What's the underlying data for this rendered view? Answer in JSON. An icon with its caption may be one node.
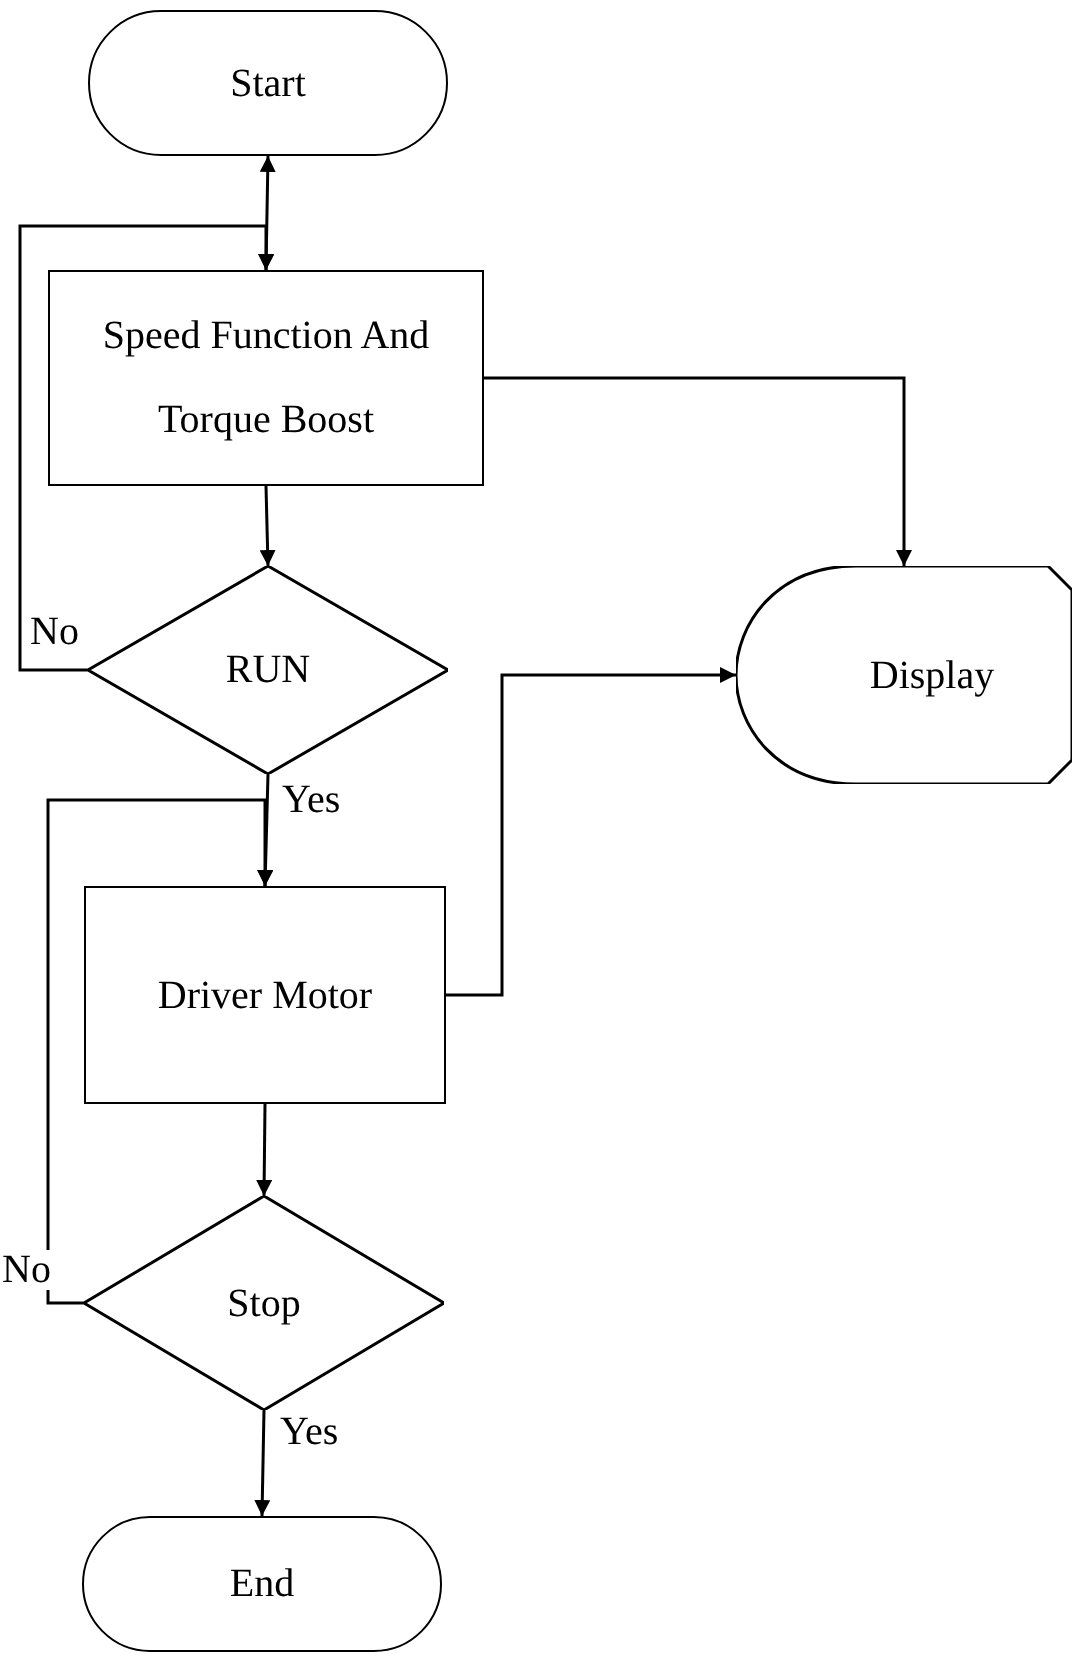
{
  "diagram": {
    "nodes": [
      {
        "text": [
          "Start"
        ]
      },
      {
        "text": [
          "Speed Function And Torque Boost"
        ]
      },
      {
        "text": [
          "RUN"
        ]
      },
      {
        "text": [
          "Display"
        ]
      },
      {
        "text": [
          "Driver Motor"
        ]
      },
      {
        "text": [
          "Stop"
        ]
      },
      {
        "text": [
          "End"
        ]
      }
    ],
    "edges": [
      {
        "from": 0,
        "to": 1,
        "arrow": "both"
      },
      {
        "from": 1,
        "to": 2,
        "arrow": "to"
      },
      {
        "from": 1,
        "to": 3,
        "arrow": "to"
      },
      {
        "from": 2,
        "to": 1,
        "arrow": "to",
        "label": "No"
      },
      {
        "from": 2,
        "to": 4,
        "arrow": "to",
        "label": "Yes"
      },
      {
        "from": 4,
        "to": 3,
        "arrow": "to"
      },
      {
        "from": 4,
        "to": 5,
        "arrow": "to"
      },
      {
        "from": 5,
        "to": 4,
        "arrow": "to",
        "label": "No"
      },
      {
        "from": 5,
        "to": 6,
        "arrow": "to",
        "label": "Yes"
      }
    ]
  }
}
